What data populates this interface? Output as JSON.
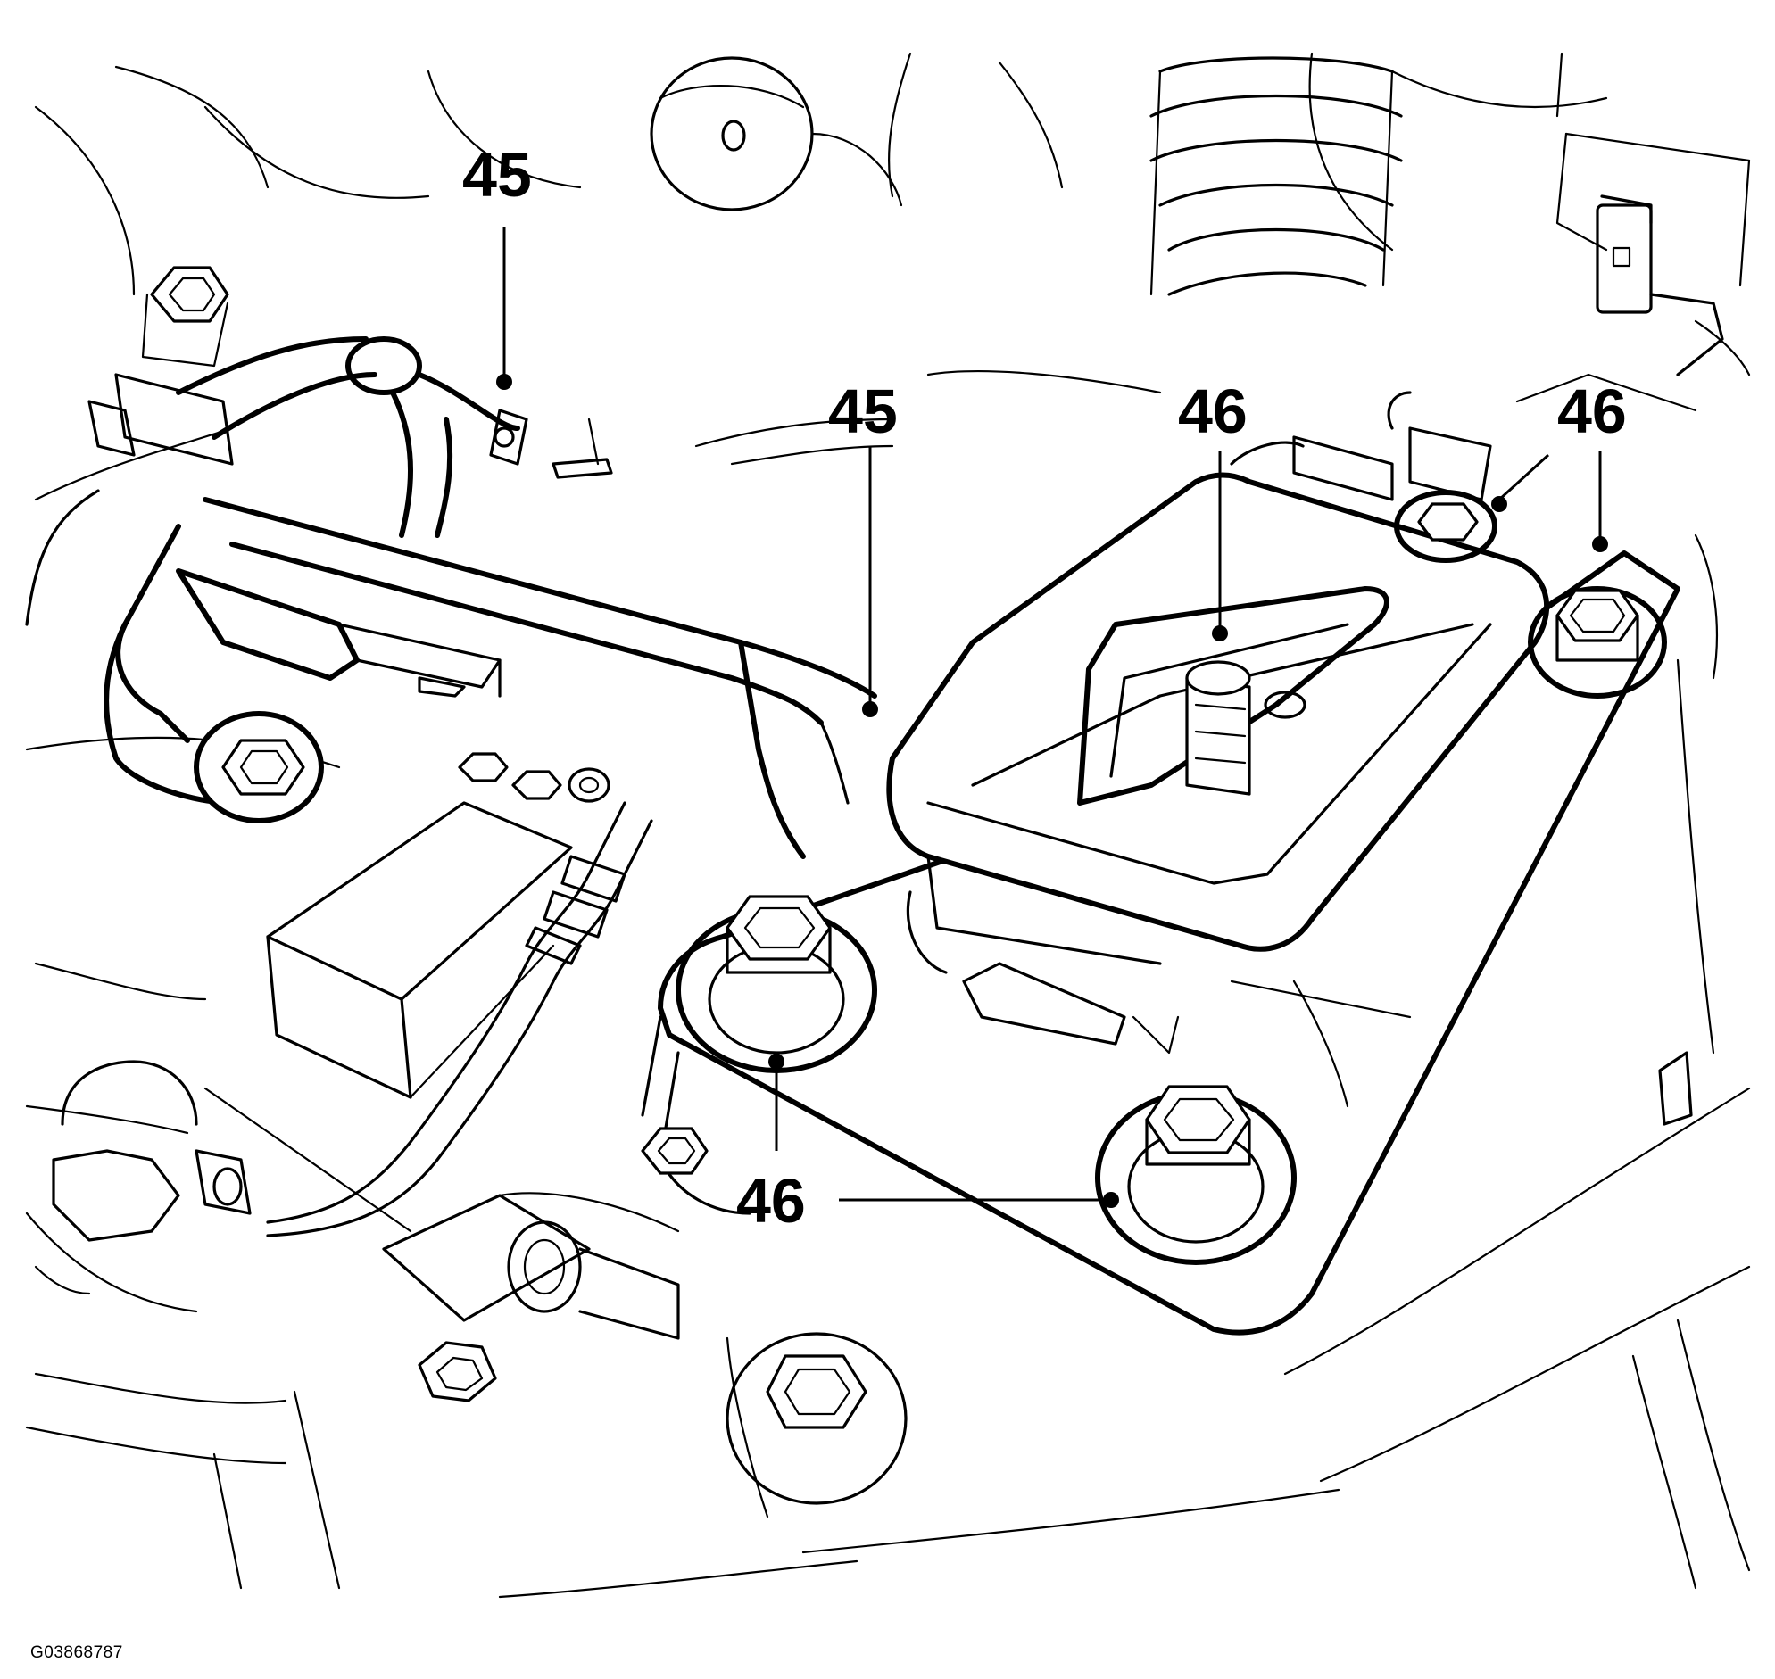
{
  "callouts": [
    {
      "id": "callout-45-top",
      "label": "45"
    },
    {
      "id": "callout-45-center",
      "label": "45"
    },
    {
      "id": "callout-46-center",
      "label": "46"
    },
    {
      "id": "callout-46-right",
      "label": "46"
    },
    {
      "id": "callout-46-bottom",
      "label": "46"
    }
  ],
  "figure_id": "G03868787"
}
